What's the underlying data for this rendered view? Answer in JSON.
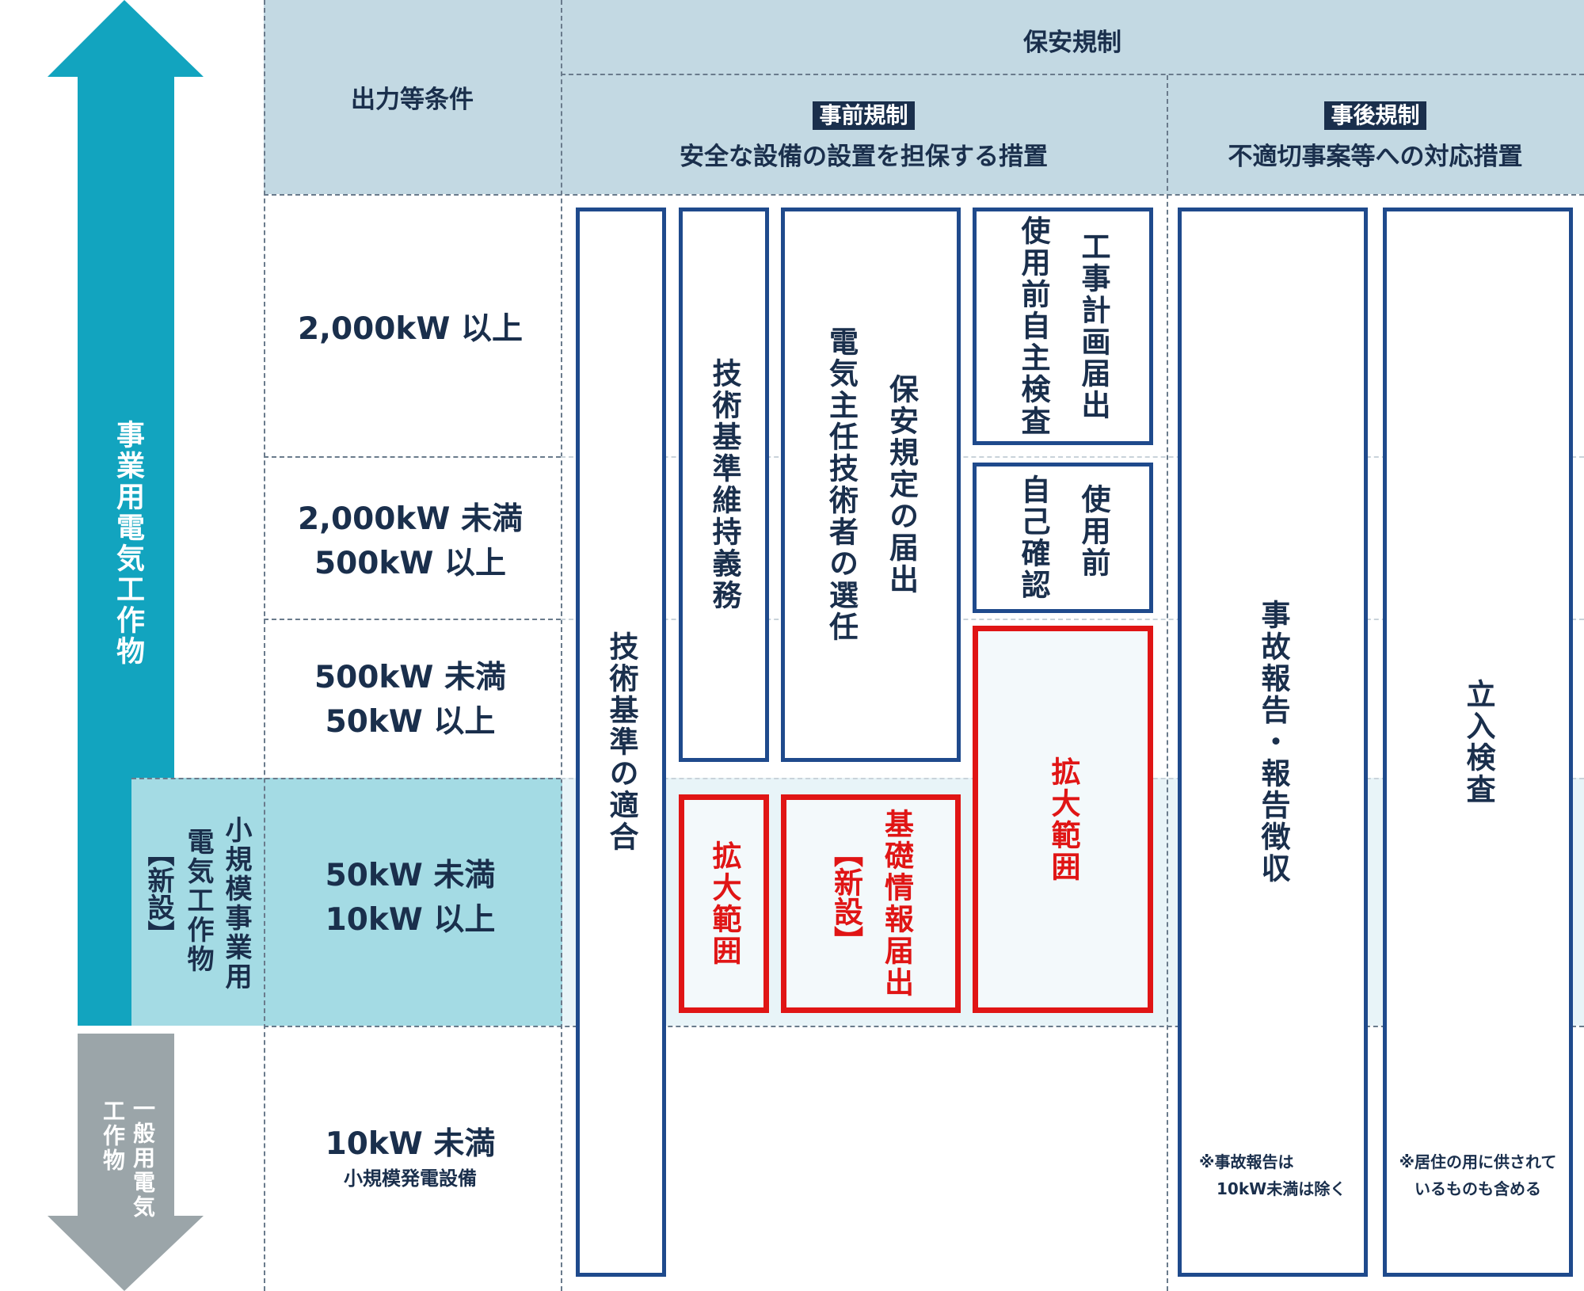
{
  "header": {
    "output_conditions": "出力等条件",
    "safety_regulation": "保安規制",
    "pre_regulation": {
      "tag": "事前規制",
      "desc": "安全な設備の設置を担保する措置"
    },
    "post_regulation": {
      "tag": "事後規制",
      "desc": "不適切事案等への対応措置"
    }
  },
  "arrows": {
    "business": "事業用電気工作物",
    "small_business_line1": "小規模事業用",
    "small_business_line2": "電気工作物",
    "small_business_new": "【新設】",
    "general_line1": "一般用電気",
    "general_line2": "工作物"
  },
  "conditions": {
    "row1": "2,000kW 以上",
    "row2_line1": "2,000kW 未満",
    "row2_line2": "500kW 以上",
    "row3_line1": "500kW 未満",
    "row3_line2": "50kW 以上",
    "row4_line1": "50kW 未満",
    "row4_line2": "10kW 以上",
    "row5_line1": "10kW 未満",
    "row5_line2": "小規模発電設備"
  },
  "boxes": {
    "tech_standard_compliance": "技術基準の適合",
    "tech_standard_maintenance": "技術基準維持義務",
    "chief_engineer": "電気主任技術者の選任",
    "safety_rules": "保安規定の届出",
    "construction_plan": "工事計画届出",
    "pre_use_inspection": "使用前自主検査",
    "pre_use_self_check_line1": "使用前",
    "pre_use_self_check_line2": "自己確認",
    "expanded_scope_1": "拡大範囲",
    "basic_info_line1": "基礎情報届出",
    "basic_info_line2": "【新設】",
    "expanded_scope_2": "拡大範囲",
    "accident_report": "事故報告・報告徴収",
    "on_site_inspection": "立入検査"
  },
  "notes": {
    "accident_line1": "※事故報告は",
    "accident_line2": "10kW未満は除く",
    "inspection_line1": "※居住の用に供されて",
    "inspection_line2": "いるものも含める"
  },
  "colors": {
    "business_arrow": "#12a4bf",
    "small_band": "#a4dbe4",
    "small_band_light": "#e8f4f8",
    "general_arrow": "#9ba5a9",
    "header_bg": "#c3d9e3",
    "box_border": "#1f4a8c",
    "red_border": "#e01515",
    "text": "#1a2f4c"
  }
}
